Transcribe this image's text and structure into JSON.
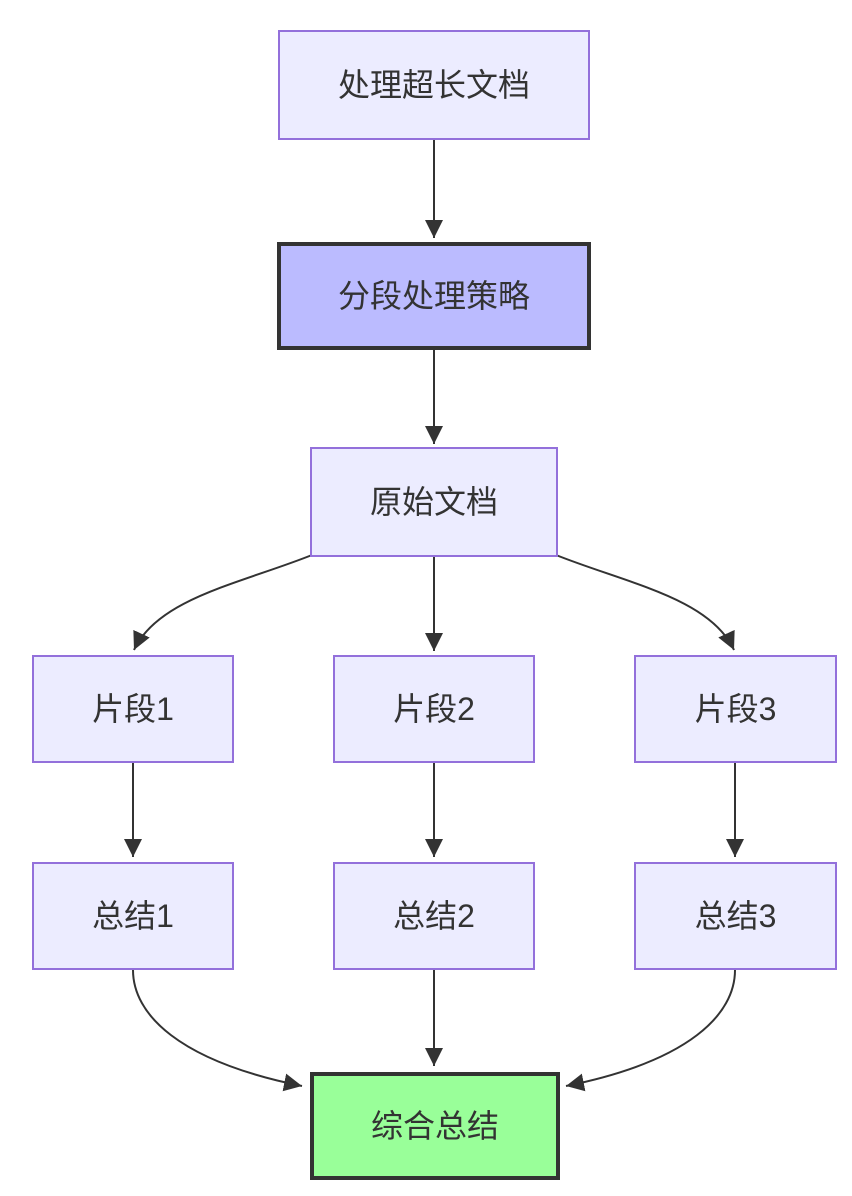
{
  "diagram": {
    "type": "flowchart-top-down",
    "nodes": [
      {
        "id": "doc",
        "label": "处理超长文档",
        "style": "default"
      },
      {
        "id": "strategy",
        "label": "分段处理策略",
        "style": "accent"
      },
      {
        "id": "original",
        "label": "原始文档",
        "style": "default"
      },
      {
        "id": "seg1",
        "label": "片段1",
        "style": "default"
      },
      {
        "id": "seg2",
        "label": "片段2",
        "style": "default"
      },
      {
        "id": "seg3",
        "label": "片段3",
        "style": "default"
      },
      {
        "id": "sum1",
        "label": "总结1",
        "style": "default"
      },
      {
        "id": "sum2",
        "label": "总结2",
        "style": "default"
      },
      {
        "id": "sum3",
        "label": "总结3",
        "style": "default"
      },
      {
        "id": "final",
        "label": "综合总结",
        "style": "final"
      }
    ],
    "edges": [
      {
        "from": "doc",
        "to": "strategy"
      },
      {
        "from": "strategy",
        "to": "original"
      },
      {
        "from": "original",
        "to": "seg1"
      },
      {
        "from": "original",
        "to": "seg2"
      },
      {
        "from": "original",
        "to": "seg3"
      },
      {
        "from": "seg1",
        "to": "sum1"
      },
      {
        "from": "seg2",
        "to": "sum2"
      },
      {
        "from": "seg3",
        "to": "sum3"
      },
      {
        "from": "sum1",
        "to": "final"
      },
      {
        "from": "sum2",
        "to": "final"
      },
      {
        "from": "sum3",
        "to": "final"
      }
    ],
    "colors": {
      "background": "#FFFFFF",
      "node_fill": "#ECECFF",
      "node_border": "#9370DB",
      "accent_fill": "#BBBBFF",
      "accent_border": "#333333",
      "final_fill": "#99FF99",
      "final_border": "#333333",
      "edge_color": "#333333",
      "text_color": "#333333"
    }
  }
}
